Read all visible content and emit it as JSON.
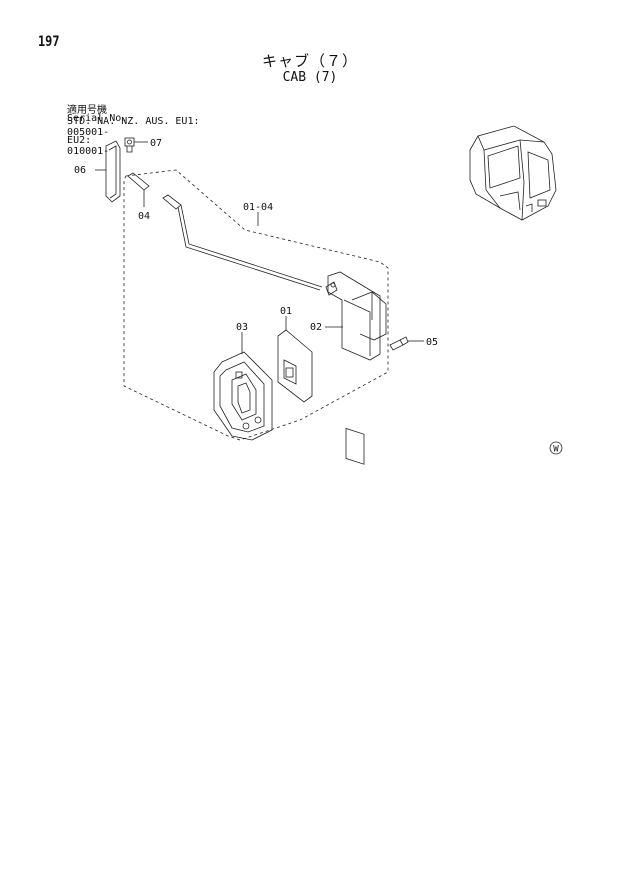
{
  "page": {
    "number": "197"
  },
  "title": {
    "japanese": "キャブ（７）",
    "english": "CAB (7)"
  },
  "serial": {
    "label_jp": "適用号機",
    "label_en": "Serial No.",
    "models": "STD. NA. NZ. AUS. EU1:",
    "models_range": "005001-",
    "eu2": "EU2:",
    "eu2_range": "010001-"
  },
  "parts": {
    "p01": "01",
    "p01_04": "01-04",
    "p02": "02",
    "p03": "03",
    "p04": "04",
    "p05": "05",
    "p06": "06",
    "p07": "07"
  },
  "mark": "W"
}
